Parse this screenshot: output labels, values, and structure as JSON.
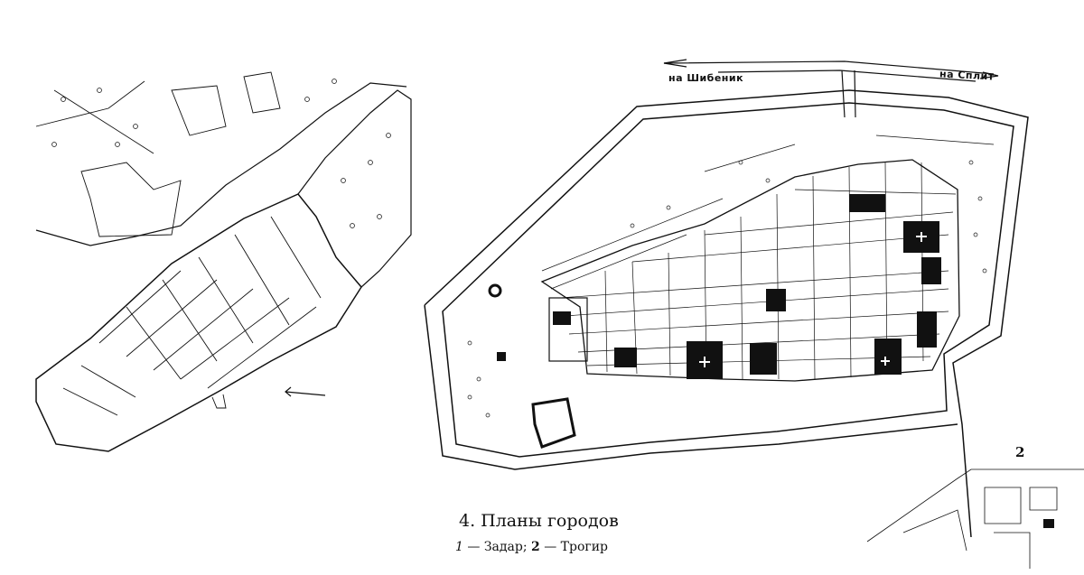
{
  "figure": {
    "caption": "4. Планы городов",
    "legend_1_num": "1",
    "legend_1_text": "— Задар;",
    "legend_2_num": "2",
    "legend_2_text": "— Трогир"
  },
  "trogir_plan": {
    "road_left_label": "на Шибеник",
    "road_right_label": "на Сплит",
    "plan_number": "2"
  },
  "colors": {
    "ink": "#111111",
    "paper": "#ffffff"
  }
}
